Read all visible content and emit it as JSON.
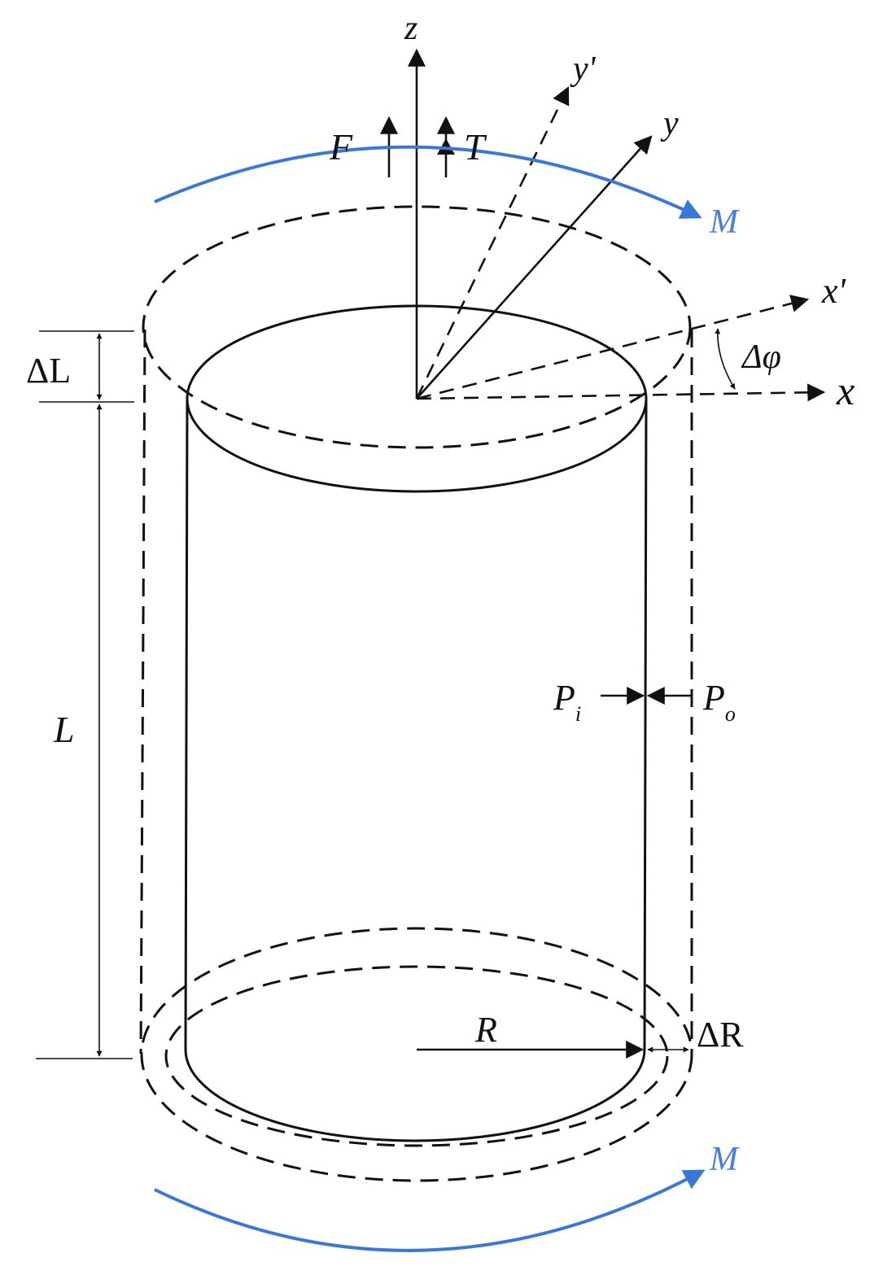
{
  "labels": {
    "z": "z",
    "y_prime": "y'",
    "y": "y",
    "x_prime": "x'",
    "x": "x",
    "F": "F",
    "T": "T",
    "M_top": "M",
    "M_bottom": "M",
    "delta_L": "ΔL",
    "L": "L",
    "delta_phi": "Δφ",
    "P_i": "P",
    "P_i_sub": "i",
    "P_o": "P",
    "P_o_sub": "o",
    "R": "R",
    "delta_R": "ΔR"
  },
  "colors": {
    "ink": "#111111",
    "moment": "#3a78d8",
    "moment_label": "#4a7fd6"
  }
}
